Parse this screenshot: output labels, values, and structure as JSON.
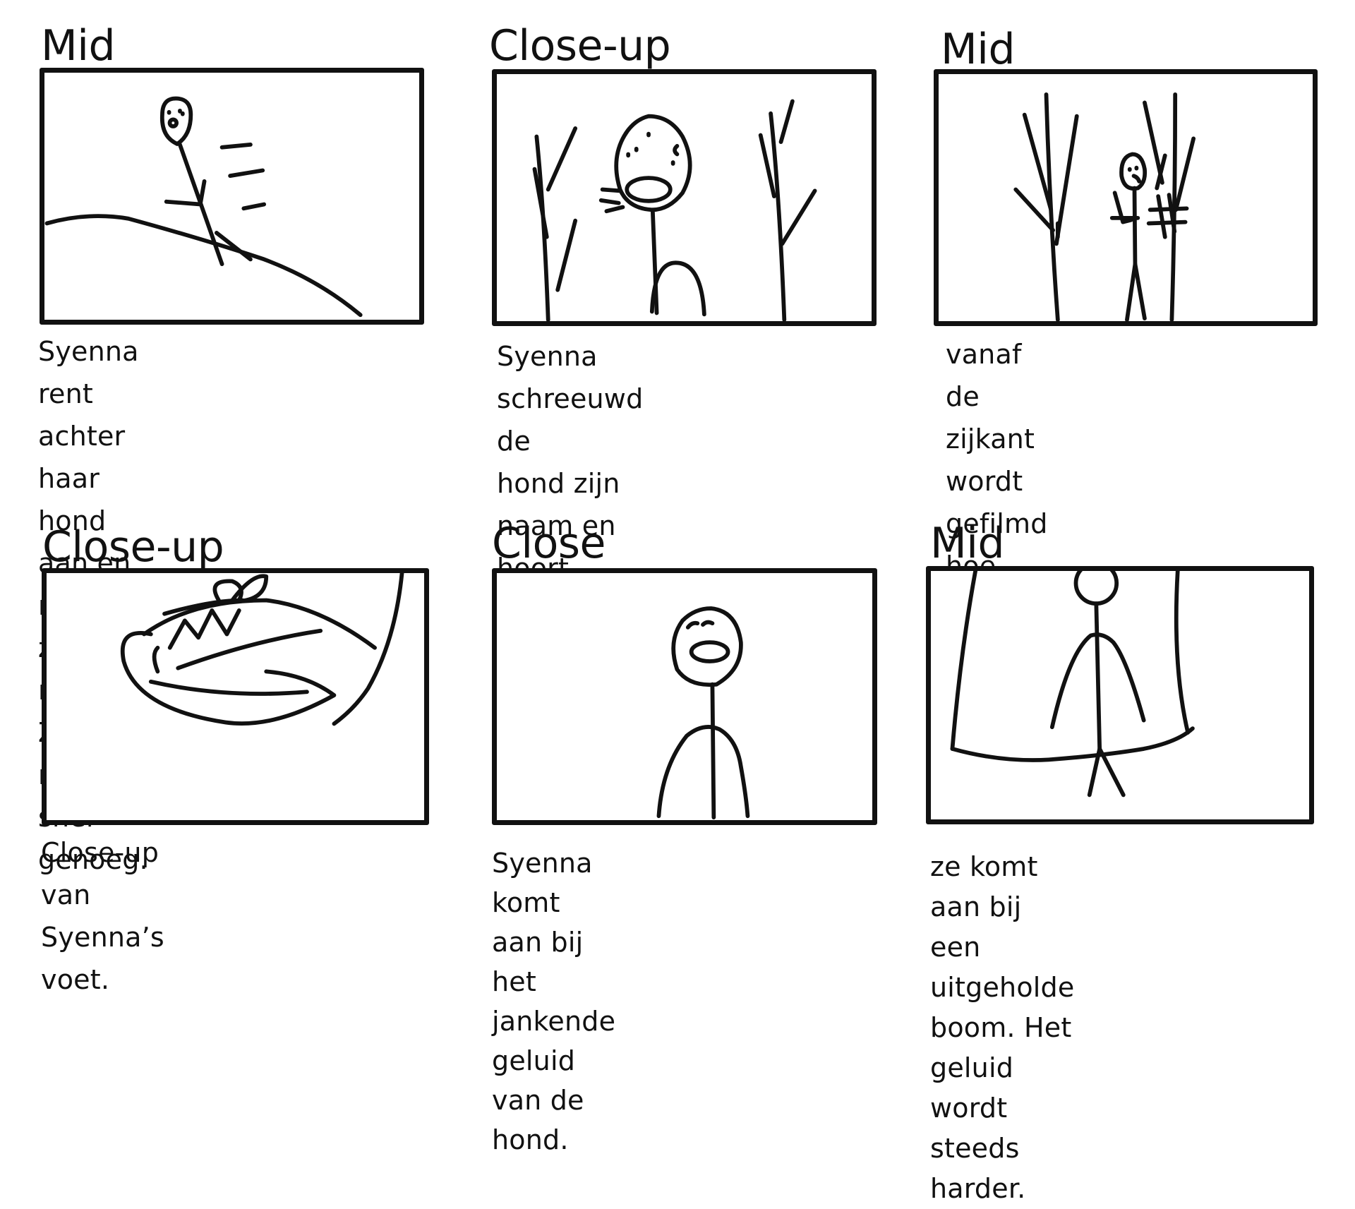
{
  "storyboard": {
    "panels": [
      {
        "shot": "Mid",
        "caption": "Syenna rent achter haar\nhond aan en roept zijn\nnaam. Ze is niet snel\ngenoeg."
      },
      {
        "shot": "Close-up",
        "caption": "Syenna schreeuwd de\nhond zijn naam en hoort\ngepiep ze gaat erachter\naan."
      },
      {
        "shot": "Mid",
        "caption": "vanaf de zijkant wordt\ngefilmd hoe Syenna\naan het rennen is."
      },
      {
        "shot": "Close-up",
        "caption": "Close-up van Syenna’s\nvoet."
      },
      {
        "shot": "Close",
        "caption": "Syenna komt aan bij het\njankende geluid van de\nhond."
      },
      {
        "shot": "Mid",
        "caption": "ze komt aan bij een\nuitgeholde boom. Het\ngeluid wordt steeds\nharder."
      }
    ]
  }
}
